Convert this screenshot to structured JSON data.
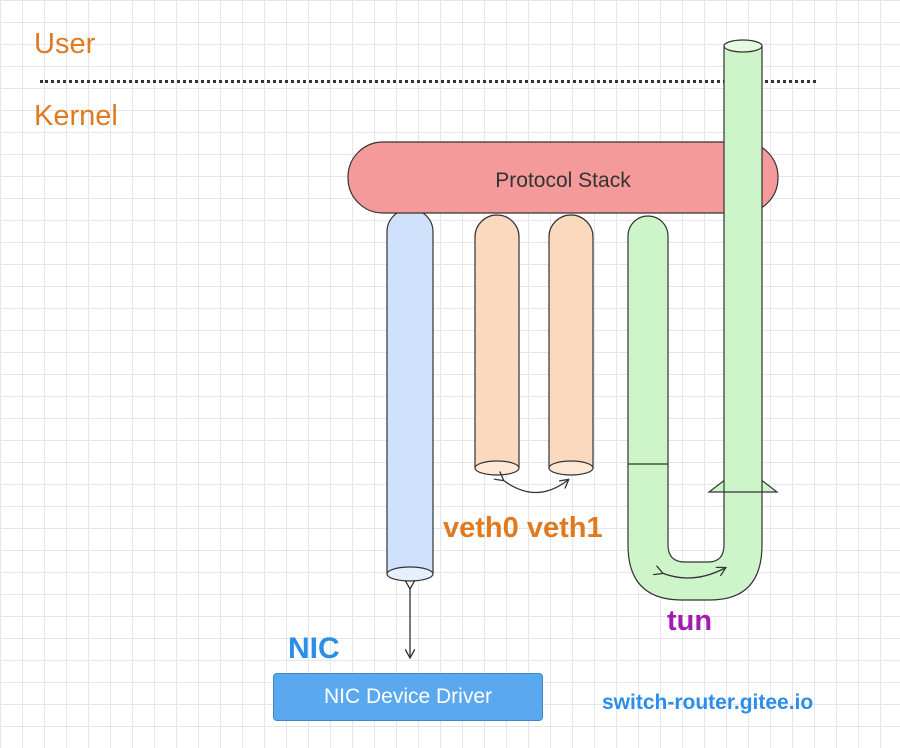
{
  "labels": {
    "user": "User",
    "kernel": "Kernel",
    "protocol_stack": "Protocol Stack",
    "veth": "veth0 veth1",
    "tun": "tun",
    "nic": "NIC",
    "nic_driver": "NIC Device Driver",
    "watermark": "switch-router.gitee.io"
  },
  "colors": {
    "protocol_stack": "#f59a9a",
    "nic_tube": "#cfe1fb",
    "veth_tubes": "#fbd9bf",
    "tun_tube": "#cdf5c9",
    "orange_text": "#e07a1f",
    "tun_text": "#a21caf",
    "blue_text": "#2b8ee8",
    "driver_box": "#5aa9ef"
  }
}
